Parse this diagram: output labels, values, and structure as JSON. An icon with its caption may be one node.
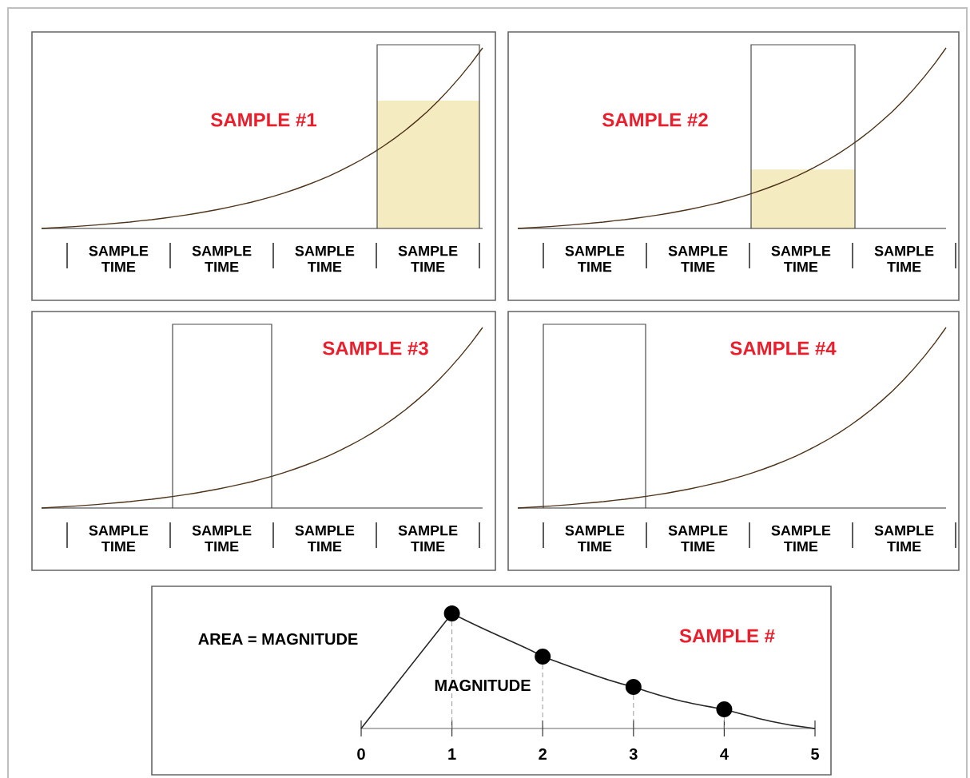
{
  "diagram": {
    "nodes": [
      {
        "text": [
          "SAMPLE #1"
        ]
      },
      {
        "text": [
          "SAMPLE #2"
        ]
      },
      {
        "text": [
          "SAMPLE #3"
        ]
      },
      {
        "text": [
          "SAMPLE #4"
        ]
      },
      {
        "text": [
          "SAMPLE #"
        ]
      }
    ],
    "labels": [
      "SAMPLE TIME",
      "SAMPLE TIME",
      "SAMPLE TIME",
      "SAMPLE TIME",
      "SAMPLE TIME",
      "SAMPLE TIME",
      "SAMPLE TIME",
      "SAMPLE TIME",
      "SAMPLE TIME",
      "SAMPLE TIME",
      "SAMPLE TIME",
      "SAMPLE TIME",
      "SAMPLE TIME",
      "SAMPLE TIME",
      "SAMPLE TIME",
      "SAMPLE TIME",
      "AREA = MAGNITUDE",
      "MAGNITUDE",
      "0",
      "1",
      "2",
      "3",
      "4",
      "5"
    ]
  }
}
